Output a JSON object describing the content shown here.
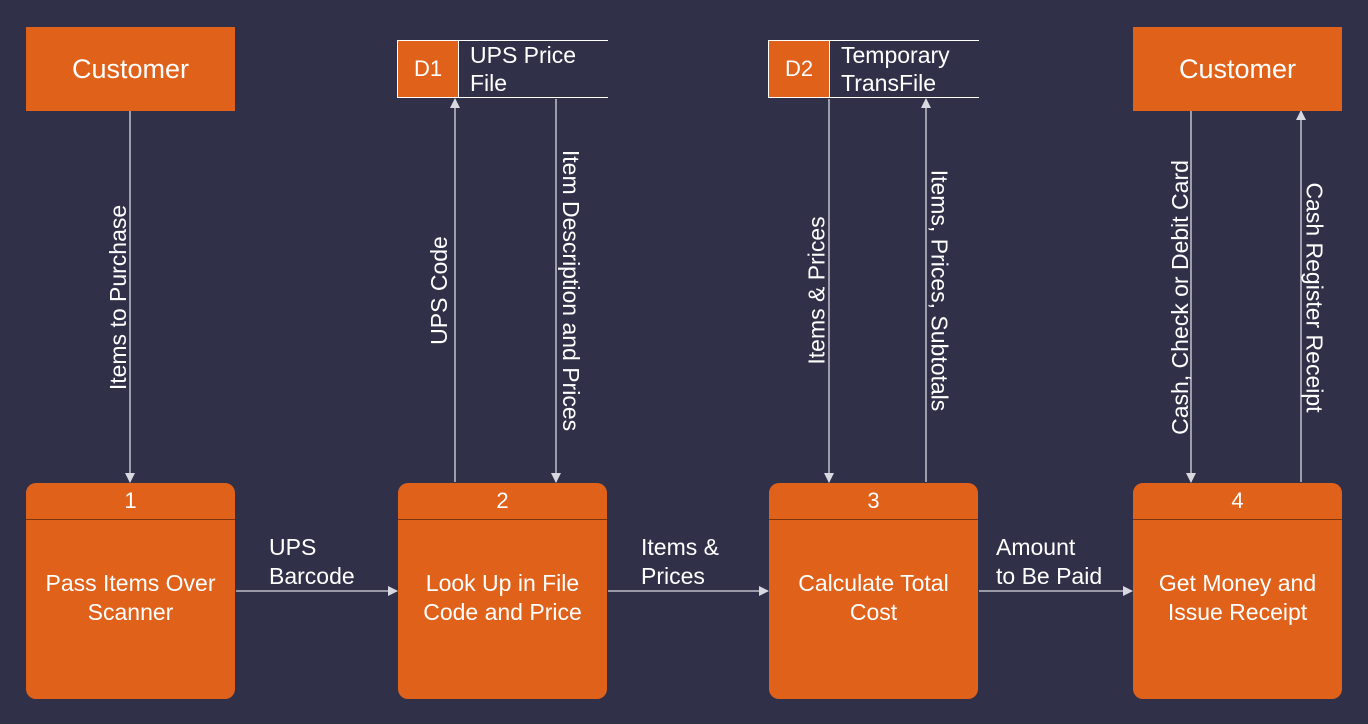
{
  "entities": {
    "left": "Customer",
    "right": "Customer"
  },
  "stores": {
    "d1": {
      "id": "D1",
      "name": "UPS Price\nFile"
    },
    "d2": {
      "id": "D2",
      "name": "Temporary\nTransFile"
    }
  },
  "processes": [
    {
      "number": "1",
      "label": "Pass Items Over\nScanner"
    },
    {
      "number": "2",
      "label": "Look Up in File\nCode and Price"
    },
    {
      "number": "3",
      "label": "Calculate Total\nCost"
    },
    {
      "number": "4",
      "label": "Get Money and\nIssue Receipt"
    }
  ],
  "flows": {
    "items_to_purchase": "Items to Purchase",
    "ups_code": "UPS Code",
    "item_description": "Item Description and Prices",
    "items_prices_down": "Items & Prices",
    "items_prices_subtotals": "Items, Prices, Subtotals",
    "payment": "Cash, Check or Debit Card",
    "receipt": "Cash Register Receipt",
    "ups_barcode": "UPS\nBarcode",
    "items_prices_horizontal": "Items &\nPrices",
    "amount_to_be_paid": "Amount\nto Be Paid"
  },
  "colors": {
    "background": "#303049",
    "node_fill": "#E0611A",
    "line": "#d8d8e0"
  }
}
